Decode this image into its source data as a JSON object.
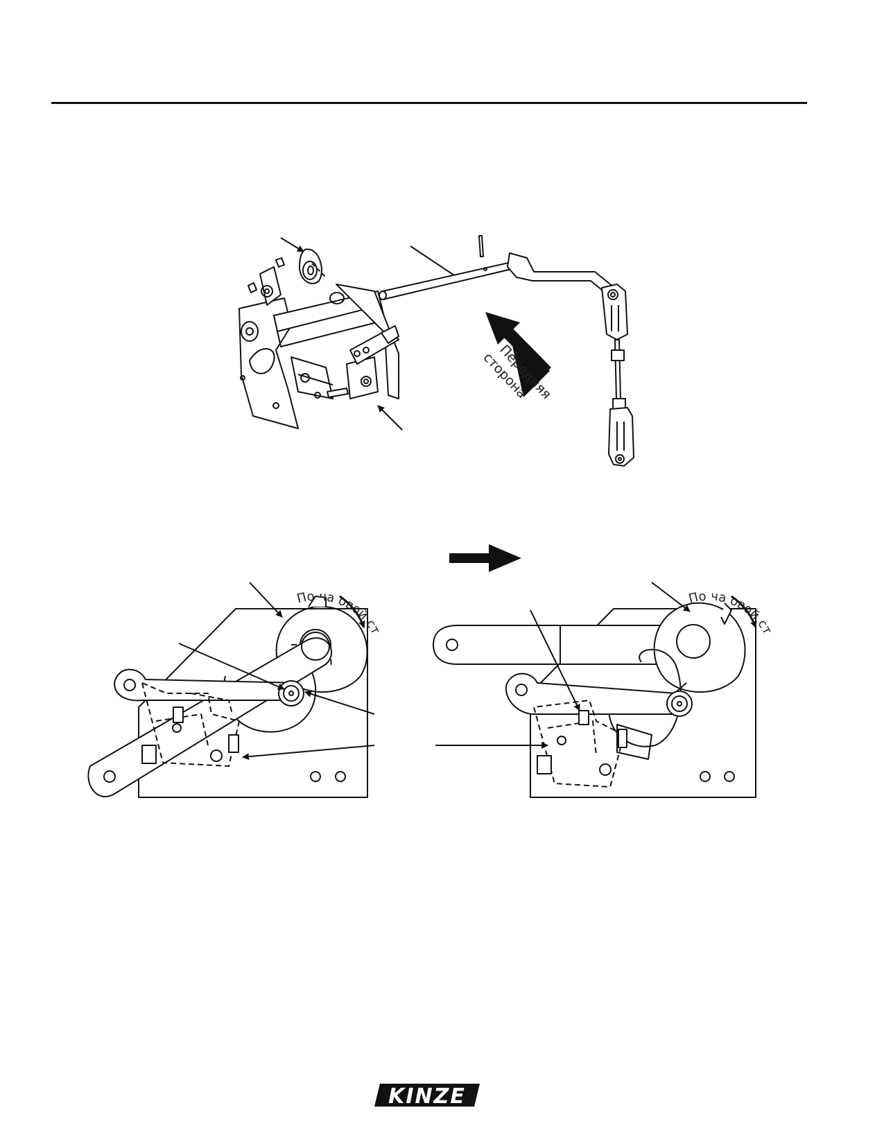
{
  "diagram_top": {
    "front_label_line1": "Передняя",
    "front_label_line2": "сторона"
  },
  "diagram_left": {
    "clockwise_label": "По ча овой стрелке"
  },
  "diagram_right": {
    "clockwise_label": "По ча овой стрелке"
  },
  "footer": {
    "logo_text": "KINZE"
  },
  "colors": {
    "ink": "#111111",
    "background": "#ffffff"
  }
}
